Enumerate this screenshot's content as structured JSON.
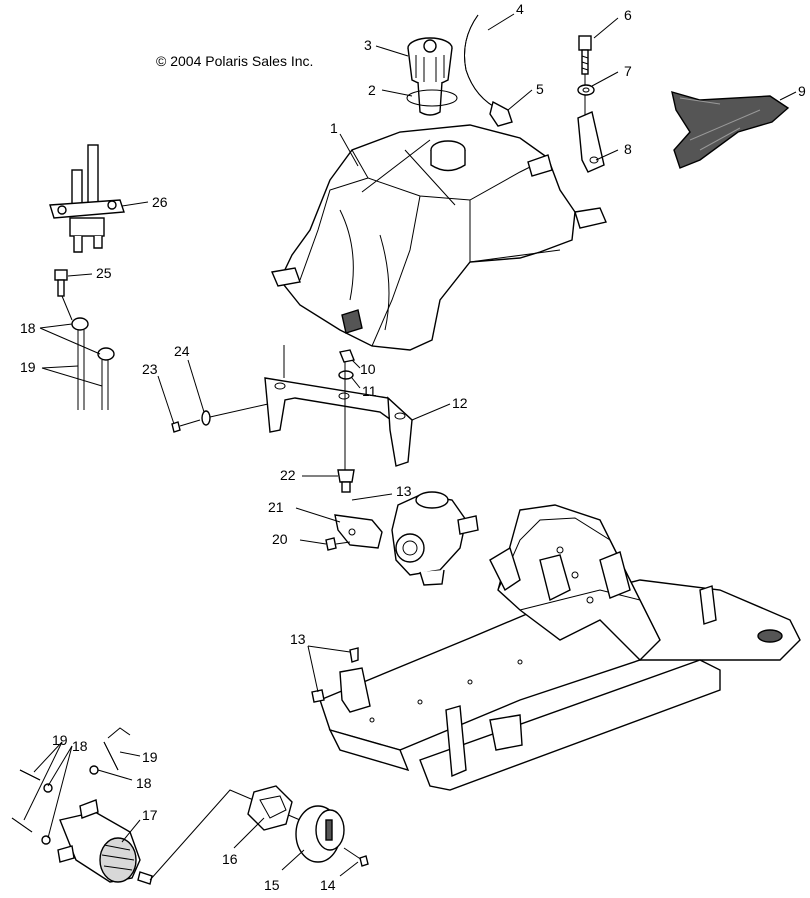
{
  "copyright": "© 2004 Polaris Sales Inc.",
  "callouts": {
    "c1": "1",
    "c2": "2",
    "c3": "3",
    "c4": "4",
    "c5": "5",
    "c6": "6",
    "c7": "7",
    "c8": "8",
    "c9": "9",
    "c10": "10",
    "c11": "11",
    "c12": "12",
    "c13a": "13",
    "c13b": "13",
    "c14": "14",
    "c15": "15",
    "c16": "16",
    "c17": "17",
    "c18a": "18",
    "c18b": "18",
    "c18c": "18",
    "c19a": "19",
    "c19b": "19",
    "c19c": "19",
    "c20": "20",
    "c21": "21",
    "c22": "22",
    "c23": "23",
    "c24": "24",
    "c25": "25",
    "c26": "26"
  }
}
